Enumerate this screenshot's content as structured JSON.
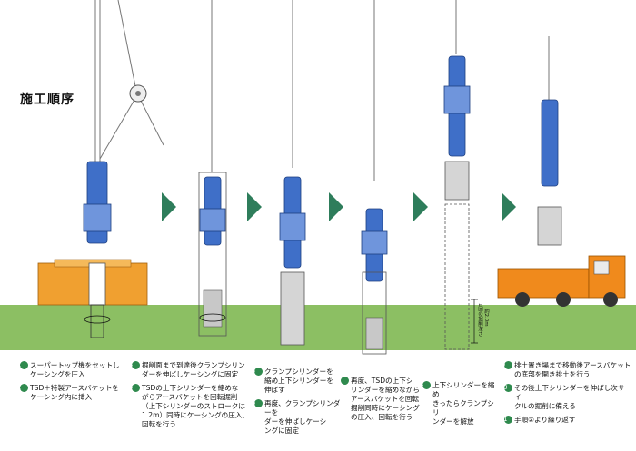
{
  "title": "施工順序",
  "depth_labels": [
    "1回の掘削深さ",
    "約2.0m"
  ],
  "steps": [
    {
      "num": "1",
      "text": "スーパートップ機をセットし\nケーシングを圧入"
    },
    {
      "num": "2",
      "text": "TSD＋特製アースバケットを\nケーシング内に挿入"
    },
    {
      "num": "3",
      "text": "掘削面まで到達後クランプシリン\nダーを伸ばしケーシングに固定"
    },
    {
      "num": "4",
      "text": "TSDの上下シリンダーを縮めな\nがらアースバケットを回転掘削\n（上下シリンダーのストロークは\n1.2m）同時にケーシングの圧入、\n回転を行う"
    },
    {
      "num": "5",
      "text": "クランプシリンダーを\n縮め上下シリンダーを\n伸ばす"
    },
    {
      "num": "6",
      "text": "再度、クランプシリンダーを\nダーを伸ばしケーシ\nングに固定"
    },
    {
      "num": "7",
      "text": "再度、TSDの上下シ\nリンダーを縮めながら\nアースバケットを回転\n掘削同時にケーシング\nの圧入、回転を行う"
    },
    {
      "num": "8",
      "text": "上下シリンダーを縮め\nきったらクランプシリ\nンダーを解放"
    },
    {
      "num": "9",
      "text": "排土置き場まで移動後アースバケット\nの底部を開き排土を行う"
    },
    {
      "num": "10",
      "text": "その後上下シリンダーを伸ばし次サイ\nクルの掘削に備える"
    },
    {
      "num": "11",
      "text": "手順②より繰り返す"
    }
  ],
  "colors": {
    "ground": "#8cbf63",
    "machine_blue": "#3f6fc8",
    "casing_orange": "#f0a030",
    "arrow_green": "#2e7d5b",
    "truck_orange": "#f08a1c"
  }
}
